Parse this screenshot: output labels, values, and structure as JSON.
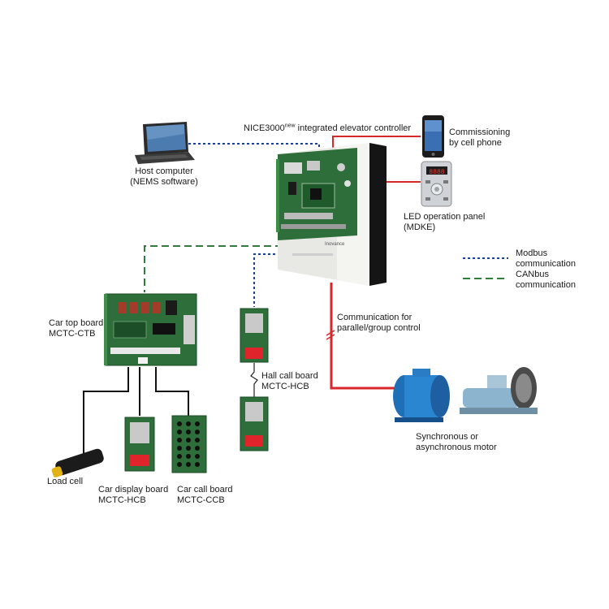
{
  "title_prefix": "NICE3000",
  "title_sup": "new",
  "title_suffix": " integrated elevator controller",
  "labels": {
    "host_l1": "Host computer",
    "host_l2": "(NEMS software)",
    "phone_l1": "Commissioning",
    "phone_l2": "by cell phone",
    "led_l1": "LED operation panel",
    "led_l2": "(MDKE)",
    "legend_modbus_l1": "Modbus",
    "legend_modbus_l2": "communication",
    "legend_canbus_l1": "CANbus",
    "legend_canbus_l2": "communication",
    "comm_l1": "Communication for",
    "comm_l2": "parallel/group control",
    "cartop_l1": "Car top board",
    "cartop_l2": "MCTC-CTB",
    "hall_l1": "Hall call board",
    "hall_l2": "MCTC-HCB",
    "motor_l1": "Synchronous or",
    "motor_l2": "asynchronous motor",
    "load_l1": "Load cell",
    "cardisp_l1": "Car display board",
    "cardisp_l2": "MCTC-HCB",
    "carcall_l1": "Car call board",
    "carcall_l2": "MCTC-CCB",
    "brand": "Inovance",
    "led_digits": "8888"
  },
  "colors": {
    "modbus": "#1f3f8f",
    "canbus": "#2f7d3a",
    "power": "#d8262a",
    "pcb": "#2d6e3a",
    "display_red": "#e0242c"
  },
  "icons": [
    "laptop-icon",
    "cell-phone-icon",
    "led-panel-icon",
    "controller-icon",
    "car-top-board-icon",
    "hall-call-board-icon",
    "motor-icon",
    "load-cell-icon",
    "car-display-board-icon",
    "car-call-board-icon"
  ]
}
